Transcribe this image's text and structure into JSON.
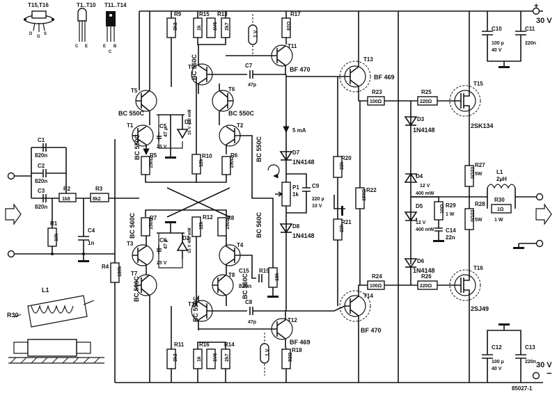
{
  "supply": {
    "pos": "30 V",
    "neg": "30 V"
  },
  "doc_code": "85027-1",
  "packages": {
    "fet": "T15,T16",
    "small": "T1..T10",
    "medium": "T11..T14"
  },
  "pin_letters": {
    "d": "D",
    "g": "G",
    "s": "S",
    "c": "C",
    "e": "E",
    "b": "B"
  },
  "coil": {
    "l1": "L1",
    "r30": "R30"
  },
  "transistors": [
    {
      "id": "t1",
      "ref": "T1",
      "type": "BC 550C"
    },
    {
      "id": "t2",
      "ref": "T2",
      "type": "BC 550C"
    },
    {
      "id": "t3",
      "ref": "T3",
      "type": "BC 560C"
    },
    {
      "id": "t4",
      "ref": "T4",
      "type": "BC 560C"
    },
    {
      "id": "t5",
      "ref": "T5",
      "type": "BC 550C"
    },
    {
      "id": "t6",
      "ref": "T6",
      "type": "BC 550C"
    },
    {
      "id": "t7",
      "ref": "T7",
      "type": "BC 560C"
    },
    {
      "id": "t8",
      "ref": "T8",
      "type": "BC 560C"
    },
    {
      "id": "t9",
      "ref": "T9",
      "type": "BC 560C"
    },
    {
      "id": "t10",
      "ref": "T10",
      "type": "BC 550C"
    },
    {
      "id": "t11",
      "ref": "T11",
      "type": "BF 470"
    },
    {
      "id": "t12",
      "ref": "T12",
      "type": "BF 469"
    },
    {
      "id": "t13",
      "ref": "T13",
      "type": "BF 469"
    },
    {
      "id": "t14",
      "ref": "T14",
      "type": "BF 470"
    },
    {
      "id": "t15",
      "ref": "T15",
      "type": "2SK134"
    },
    {
      "id": "t16",
      "ref": "T16",
      "type": "2SJ49"
    }
  ],
  "resistors": [
    {
      "id": "r1",
      "ref": "R1",
      "val": "10k"
    },
    {
      "id": "r2",
      "ref": "R2",
      "val": "1k8"
    },
    {
      "id": "r3",
      "ref": "R3",
      "val": "8k2"
    },
    {
      "id": "r4",
      "ref": "R4",
      "val": "180k"
    },
    {
      "id": "r5",
      "ref": "R5",
      "val": "150Ω"
    },
    {
      "id": "r6",
      "ref": "R6",
      "val": "150Ω"
    },
    {
      "id": "r7",
      "ref": "R7",
      "val": "150Ω"
    },
    {
      "id": "r8",
      "ref": "R8",
      "val": "150Ω"
    },
    {
      "id": "r9",
      "ref": "R9",
      "val": "3k3"
    },
    {
      "id": "r10",
      "ref": "R10",
      "val": "12k"
    },
    {
      "id": "r11",
      "ref": "R11",
      "val": "3k3"
    },
    {
      "id": "r12",
      "ref": "R12",
      "val": "12k"
    },
    {
      "id": "r13",
      "ref": "R13",
      "val": "2k7"
    },
    {
      "id": "r14",
      "ref": "R14",
      "val": "2k7"
    },
    {
      "id": "r15",
      "ref": "R15",
      "val": "1k"
    },
    {
      "id": "r16",
      "ref": "R16",
      "val": "1k"
    },
    {
      "id": "r17",
      "ref": "R17",
      "val": "82Ω"
    },
    {
      "id": "r18",
      "ref": "R18",
      "val": "82Ω"
    },
    {
      "id": "r19",
      "ref": "R19",
      "val": "18k"
    },
    {
      "id": "r20",
      "ref": "R20",
      "val": "22k"
    },
    {
      "id": "r21",
      "ref": "R21",
      "val": "22k"
    },
    {
      "id": "r22",
      "ref": "R22",
      "val": "150Ω"
    },
    {
      "id": "r23",
      "ref": "R23",
      "val": "100Ω"
    },
    {
      "id": "r24",
      "ref": "R24",
      "val": "100Ω"
    },
    {
      "id": "r25",
      "ref": "R25",
      "val": "220Ω"
    },
    {
      "id": "r26",
      "ref": "R26",
      "val": "220Ω"
    },
    {
      "id": "r27",
      "ref": "R27",
      "val": "0Ω22"
    },
    {
      "id": "r28",
      "ref": "R28",
      "val": "0Ω22"
    },
    {
      "id": "r29",
      "ref": "R29",
      "val": "10Ω"
    },
    {
      "id": "r30",
      "ref": "R30",
      "val": "1Ω"
    }
  ],
  "capacitors": [
    {
      "id": "c1",
      "ref": "C1",
      "val": "820n"
    },
    {
      "id": "c2",
      "ref": "C2",
      "val": "820n"
    },
    {
      "id": "c3",
      "ref": "C3",
      "val": "820n"
    },
    {
      "id": "c4",
      "ref": "C4",
      "val": "1n"
    },
    {
      "id": "c5",
      "ref": "C5",
      "val": "47 µ",
      "v": "25 V"
    },
    {
      "id": "c6",
      "ref": "C6",
      "val": "47 µ",
      "v": "25 V"
    },
    {
      "id": "c7",
      "ref": "C7",
      "val": "47p"
    },
    {
      "id": "c8",
      "ref": "C8",
      "val": "47p"
    },
    {
      "id": "c9",
      "ref": "C9",
      "val": "220 µ",
      "v": "10 V"
    },
    {
      "id": "c10",
      "ref": "C10",
      "val": "100 µ",
      "v": "40 V"
    },
    {
      "id": "c11",
      "ref": "C11",
      "val": "220n"
    },
    {
      "id": "c12",
      "ref": "C12",
      "val": "100 µ",
      "v": "40 V"
    },
    {
      "id": "c13",
      "ref": "C13",
      "val": "220n"
    },
    {
      "id": "c14",
      "ref": "C14",
      "val": "22n"
    },
    {
      "id": "c15",
      "ref": "C15",
      "val": "820n"
    }
  ],
  "diodes": [
    {
      "id": "d1",
      "ref": "D1",
      "spec": "15 V 400 mW"
    },
    {
      "id": "d2",
      "ref": "D2",
      "spec": "15 V 400 mW"
    },
    {
      "id": "d3",
      "ref": "D3",
      "val": "1N4148"
    },
    {
      "id": "d4",
      "ref": "D4",
      "v": "12 V",
      "p": "400 mW"
    },
    {
      "id": "d5",
      "ref": "D5",
      "v": "12 V",
      "p": "400 mW"
    },
    {
      "id": "d6",
      "ref": "D6",
      "val": "1N4148"
    },
    {
      "id": "d7",
      "ref": "D7",
      "val": "1N4148"
    },
    {
      "id": "d8",
      "ref": "D8",
      "val": "1N4148"
    }
  ],
  "misc": {
    "current": "5 mA",
    "p1_ref": "P1",
    "p1_val": "1k",
    "l1_ref": "L1",
    "l1_val": "2µH",
    "w5": "5W",
    "w1": "1 W",
    "v1": "1 V",
    "v1v6": "1V6"
  }
}
